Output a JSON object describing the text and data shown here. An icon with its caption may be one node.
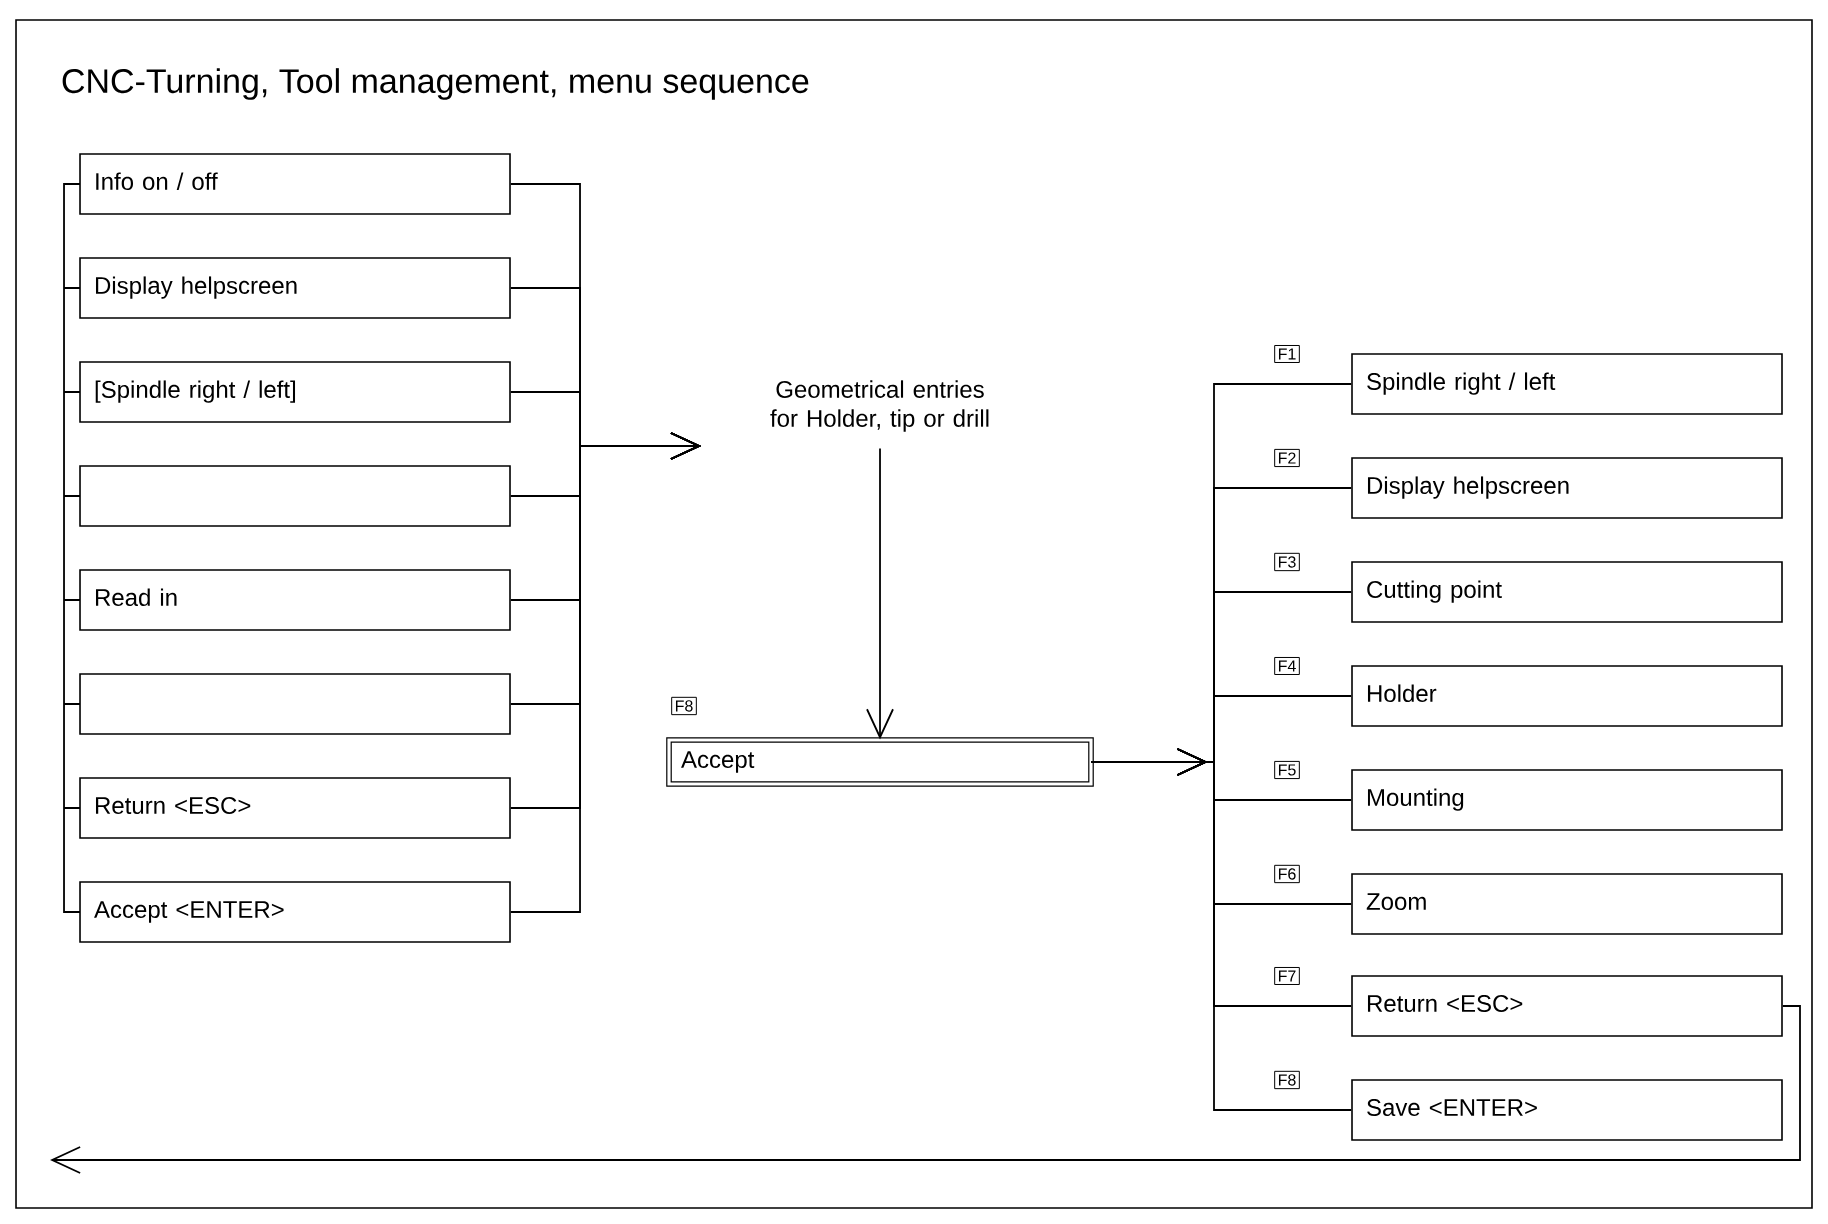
{
  "diagram": {
    "title": "CNC-Turning, Tool management, menu sequence",
    "nodes": [
      {
        "text": [
          "Info on / off"
        ]
      },
      {
        "text": [
          "Display helpscreen"
        ]
      },
      {
        "text": [
          "[Spindle right / left]"
        ]
      },
      {
        "text": [],
        "shape": "box"
      },
      {
        "text": [
          "Read in"
        ]
      },
      {
        "text": [],
        "shape": "box"
      },
      {
        "text": [
          "Return <ESC>"
        ]
      },
      {
        "text": [
          "Accept <ENTER>"
        ]
      },
      {
        "text": [
          "Geometrical entries for Holder, tip or drill"
        ]
      },
      {
        "text": [
          "Accept"
        ],
        "beside": [
          "F8"
        ]
      },
      {
        "text": [
          "Spindle right / left"
        ],
        "beside": [
          "F1"
        ]
      },
      {
        "text": [
          "Display helpscreen"
        ],
        "beside": [
          "F2"
        ]
      },
      {
        "text": [
          "Cutting point"
        ],
        "beside": [
          "F3"
        ]
      },
      {
        "text": [
          "Holder"
        ],
        "beside": [
          "F4"
        ]
      },
      {
        "text": [
          "Mounting"
        ],
        "beside": [
          "F5"
        ]
      },
      {
        "text": [
          "Zoom"
        ],
        "beside": [
          "F6"
        ]
      },
      {
        "text": [
          "Return <ESC>"
        ],
        "beside": [
          "F7"
        ]
      },
      {
        "text": [
          "Save <ENTER>"
        ],
        "beside": [
          "F8"
        ]
      }
    ],
    "edges": [
      {
        "from": 0,
        "to": 8,
        "arrow": "to"
      },
      {
        "from": 1,
        "to": 8,
        "arrow": "to"
      },
      {
        "from": 2,
        "to": 8,
        "arrow": "to"
      },
      {
        "from": 3,
        "to": 8,
        "arrow": "to"
      },
      {
        "from": 4,
        "to": 8,
        "arrow": "to"
      },
      {
        "from": 5,
        "to": 8,
        "arrow": "to"
      },
      {
        "from": 6,
        "to": 8,
        "arrow": "to"
      },
      {
        "from": 7,
        "to": 8,
        "arrow": "to"
      },
      {
        "from": 8,
        "to": 9,
        "arrow": "to"
      },
      {
        "from": 9,
        "to": 10,
        "arrow": "to"
      },
      {
        "from": 9,
        "to": 11,
        "arrow": "to"
      },
      {
        "from": 9,
        "to": 12,
        "arrow": "to"
      },
      {
        "from": 9,
        "to": 13,
        "arrow": "to"
      },
      {
        "from": 9,
        "to": 14,
        "arrow": "to"
      },
      {
        "from": 9,
        "to": 15,
        "arrow": "to"
      },
      {
        "from": 9,
        "to": 16,
        "arrow": "to"
      },
      {
        "from": 9,
        "to": 17,
        "arrow": "to"
      },
      {
        "from": 16,
        "to": null,
        "arrow": "to"
      }
    ]
  }
}
